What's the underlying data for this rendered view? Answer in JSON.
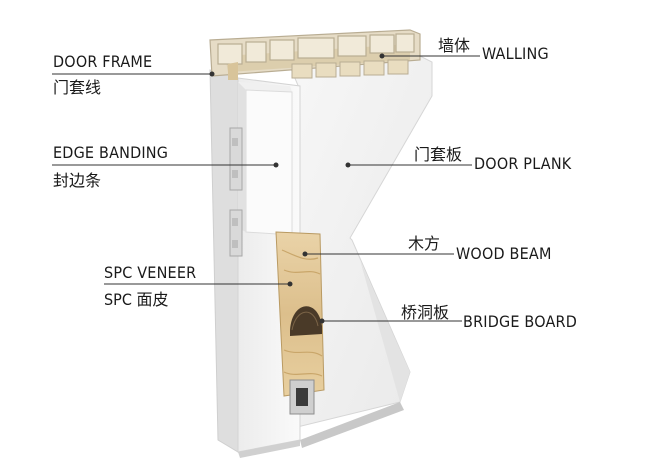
{
  "labels": {
    "door_frame": {
      "en": "DOOR FRAME",
      "cn": "门套线"
    },
    "edge_banding": {
      "en": "EDGE BANDING",
      "cn": "封边条"
    },
    "spc_veneer": {
      "en": "SPC VENEER",
      "cn": "SPC 面皮"
    },
    "walling": {
      "en": "WALLING",
      "cn": "墙体"
    },
    "door_plank": {
      "en": "DOOR PLANK",
      "cn": "门套板"
    },
    "wood_beam": {
      "en": "WOOD BEAM",
      "cn": "木方"
    },
    "bridge_board": {
      "en": "BRIDGE BOARD",
      "cn": "桥洞板"
    }
  },
  "colors": {
    "line": "#333333",
    "panel_white": "#f4f4f4",
    "frame_beige": "#e6dcc6",
    "wood": "#e2c797"
  }
}
